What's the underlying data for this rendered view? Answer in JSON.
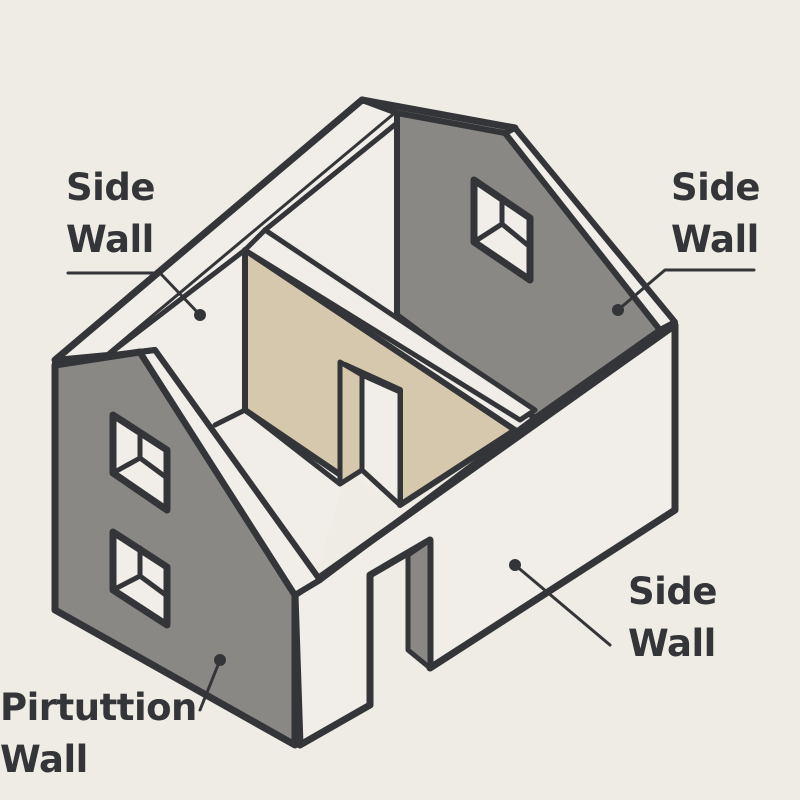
{
  "diagram": {
    "description": "Isometric house cutaway showing walls",
    "colors": {
      "background": "#efebe5",
      "outline": "#333538",
      "gable_wall": "#8a8885",
      "partition_wall": "#d6c8ad",
      "white_wall": "#f1eee9"
    },
    "labels": [
      {
        "id": "side-wall-top-left",
        "line1": "Side",
        "line2": "Wall"
      },
      {
        "id": "side-wall-top-right",
        "line1": "Side",
        "line2": "Wall"
      },
      {
        "id": "side-wall-bottom-right",
        "line1": "Side",
        "line2": "Wall"
      },
      {
        "id": "partition-wall",
        "line1": "Pirtuttion",
        "line2": "Wall"
      }
    ],
    "windows": [
      {
        "wall": "left-gable",
        "position": "upper"
      },
      {
        "wall": "left-gable",
        "position": "lower"
      },
      {
        "wall": "right-gable",
        "position": "center"
      }
    ],
    "doors": [
      {
        "wall": "partition",
        "position": "center"
      },
      {
        "wall": "front-long-wall",
        "position": "left"
      }
    ]
  }
}
